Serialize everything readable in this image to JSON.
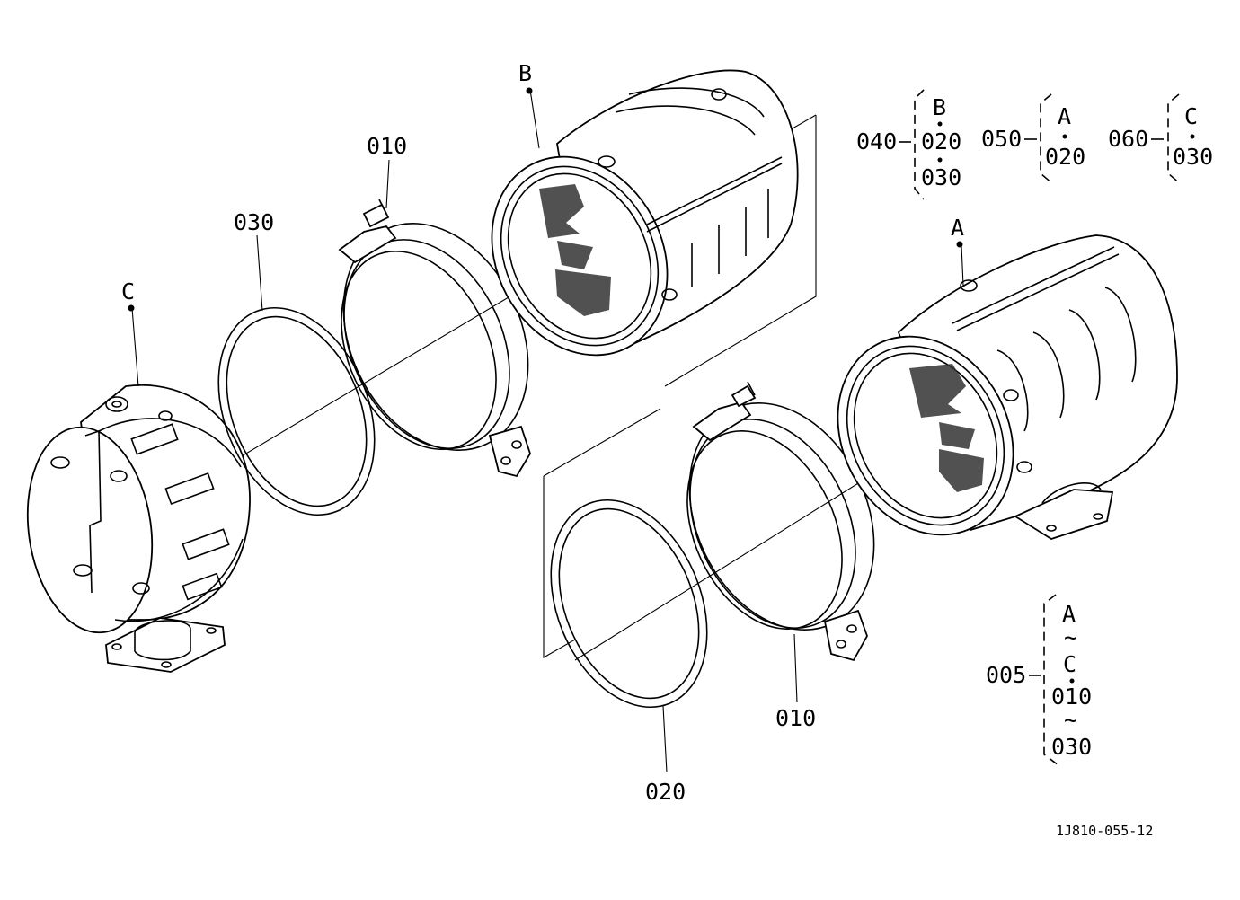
{
  "diagram": {
    "part_callouts": {
      "top_ring_clamp": "010",
      "top_gasket": "030",
      "lower_ring_clamp": "010",
      "lower_gasket": "020",
      "assembly_A": "A",
      "assembly_B": "B",
      "assembly_C": "C"
    },
    "brace_groups": [
      {
        "code": "040",
        "items": [
          "B",
          "020",
          "030"
        ]
      },
      {
        "code": "050",
        "items": [
          "A",
          "020"
        ]
      },
      {
        "code": "060",
        "items": [
          "C",
          "030"
        ]
      },
      {
        "code": "005",
        "items": [
          "A",
          "~",
          "C",
          "010",
          "~",
          "030"
        ]
      }
    ],
    "drawing_number": "1J810-055-12"
  }
}
